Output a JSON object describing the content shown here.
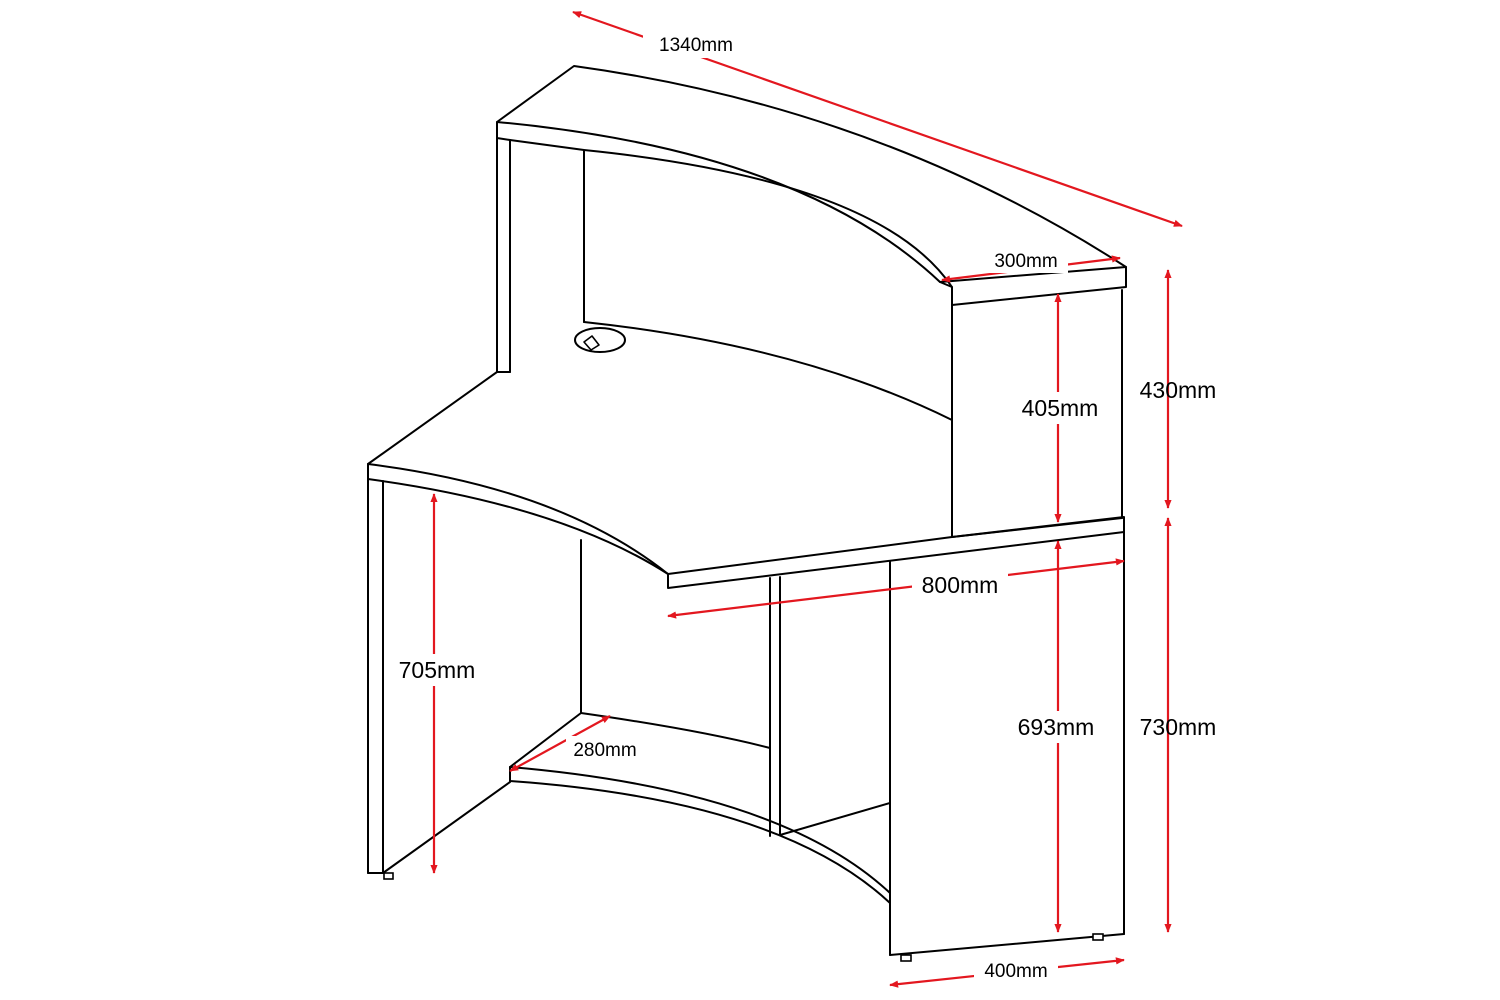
{
  "diagram": {
    "colors": {
      "line": "#000000",
      "dimension": "#e3171f",
      "background": "#ffffff"
    },
    "dimensions": {
      "overall_width": "1340mm",
      "hutch_depth": "300mm",
      "hutch_inner_height": "405mm",
      "hutch_height": "430mm",
      "desk_depth": "800mm",
      "leg_height": "705mm",
      "pedestal_inner_height": "693mm",
      "desk_height": "730mm",
      "shelf_depth": "280mm",
      "pedestal_depth": "400mm"
    }
  }
}
